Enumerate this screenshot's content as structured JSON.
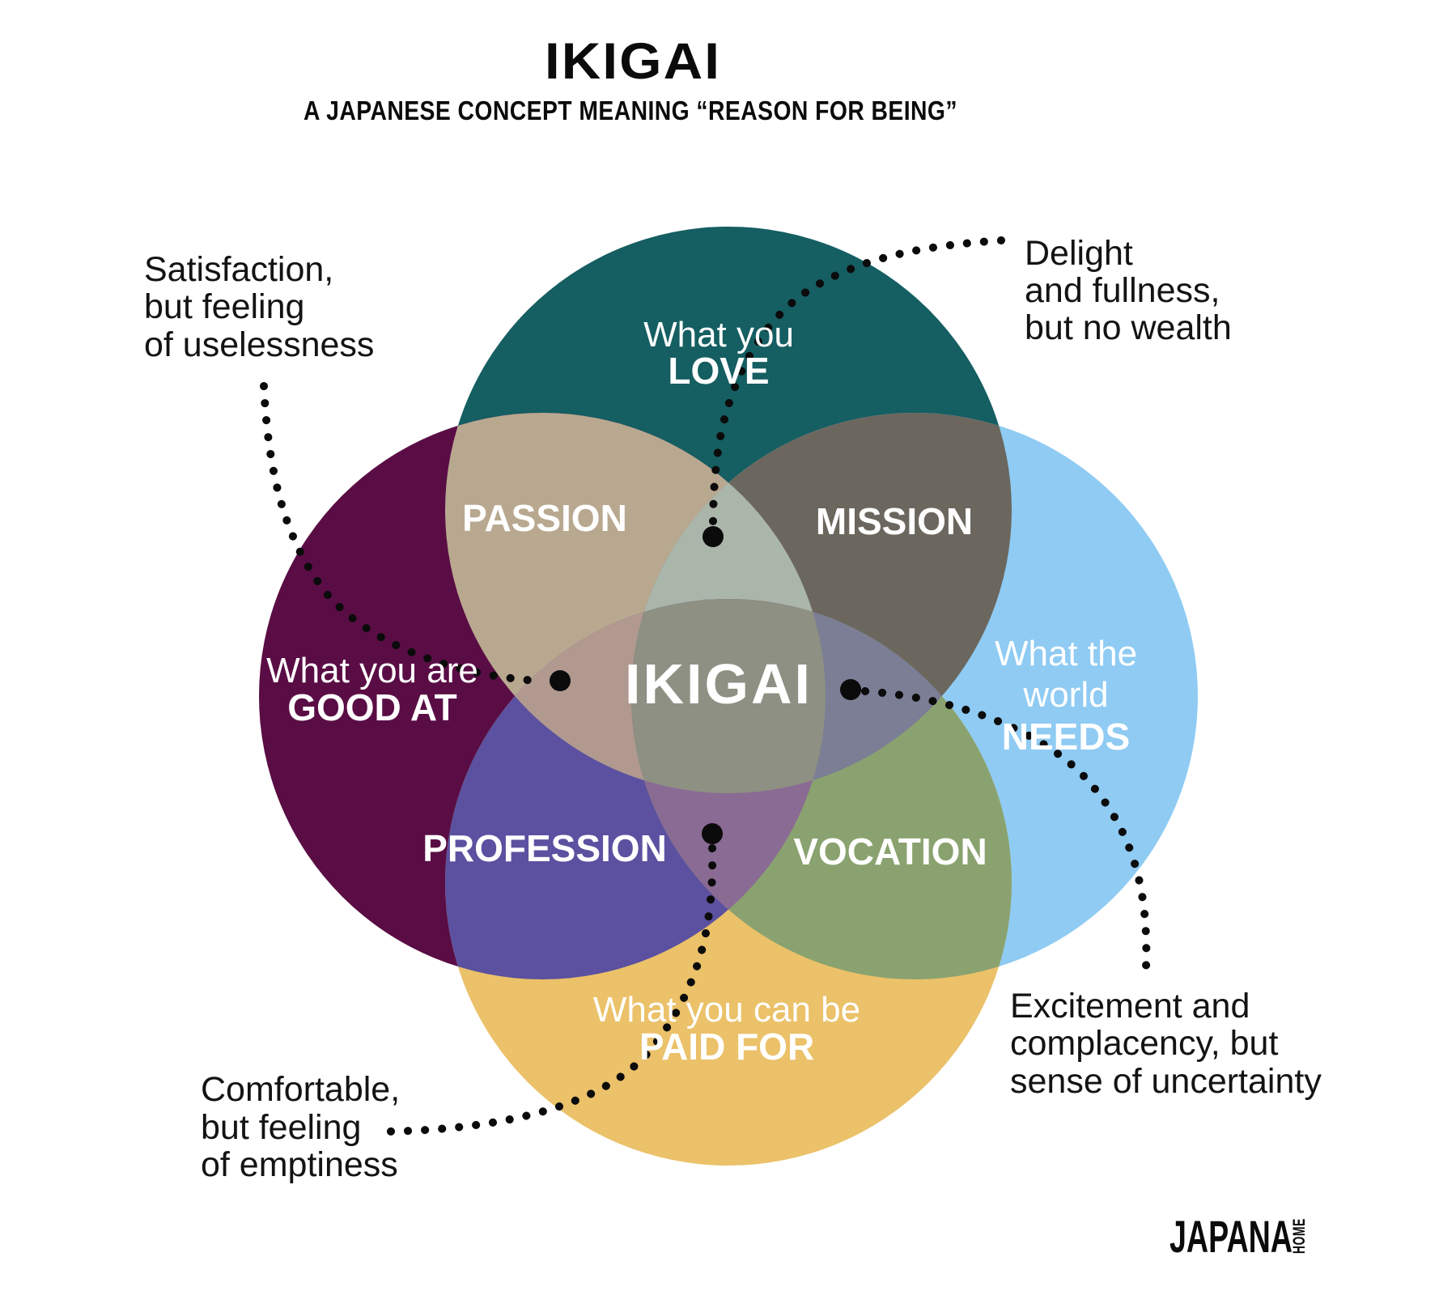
{
  "title": "IKIGAI",
  "subtitle": "A JAPANESE CONCEPT MEANING “REASON FOR BEING”",
  "center_label": "IKIGAI",
  "circles": {
    "love": {
      "line1": "What you",
      "line2": "LOVE",
      "color": "#155E62"
    },
    "good_at": {
      "line1": "What you are",
      "line2": "GOOD AT",
      "color": "#5A0D45"
    },
    "needs": {
      "line1": "What the",
      "line2": "world",
      "line3": "NEEDS",
      "color": "#8FCBF3"
    },
    "paid_for": {
      "line1": "What you can be",
      "line2": "PAID FOR",
      "color": "#EBC169"
    }
  },
  "overlaps": {
    "passion": {
      "label": "PASSION",
      "color": "#B9A890"
    },
    "mission": {
      "label": "MISSION",
      "color": "#6B675E"
    },
    "profession": {
      "label": "PROFESSION",
      "color": "#5B51A0"
    },
    "vocation": {
      "label": "VOCATION",
      "color": "#8AA26F"
    },
    "love_goodat_needs_color": "#ABB6AB",
    "love_goodat_paidfor_color": "#B1998F",
    "love_needs_paidfor_color": "#7B7E95",
    "goodat_needs_paidfor_color": "#8A6B93",
    "center_color": "#8D9083"
  },
  "annotations": {
    "top_left": {
      "lines": [
        "Satisfaction,",
        "but feeling",
        "of uselessness"
      ]
    },
    "top_right": {
      "lines": [
        "Delight",
        "and fullness,",
        "but no wealth"
      ]
    },
    "bottom_left": {
      "lines": [
        "Comfortable,",
        "but feeling",
        "of emptiness"
      ]
    },
    "bottom_right": {
      "lines": [
        "Excitement and",
        "complacency, but",
        "sense of uncertainty"
      ]
    }
  },
  "logo": {
    "name": "JAPANA",
    "sub": "HOME"
  },
  "colors": {
    "background": "#FFFFFF",
    "title_text": "#0B0B0B",
    "annotation_text": "#131313",
    "leader_dots": "#0B0B0B"
  }
}
